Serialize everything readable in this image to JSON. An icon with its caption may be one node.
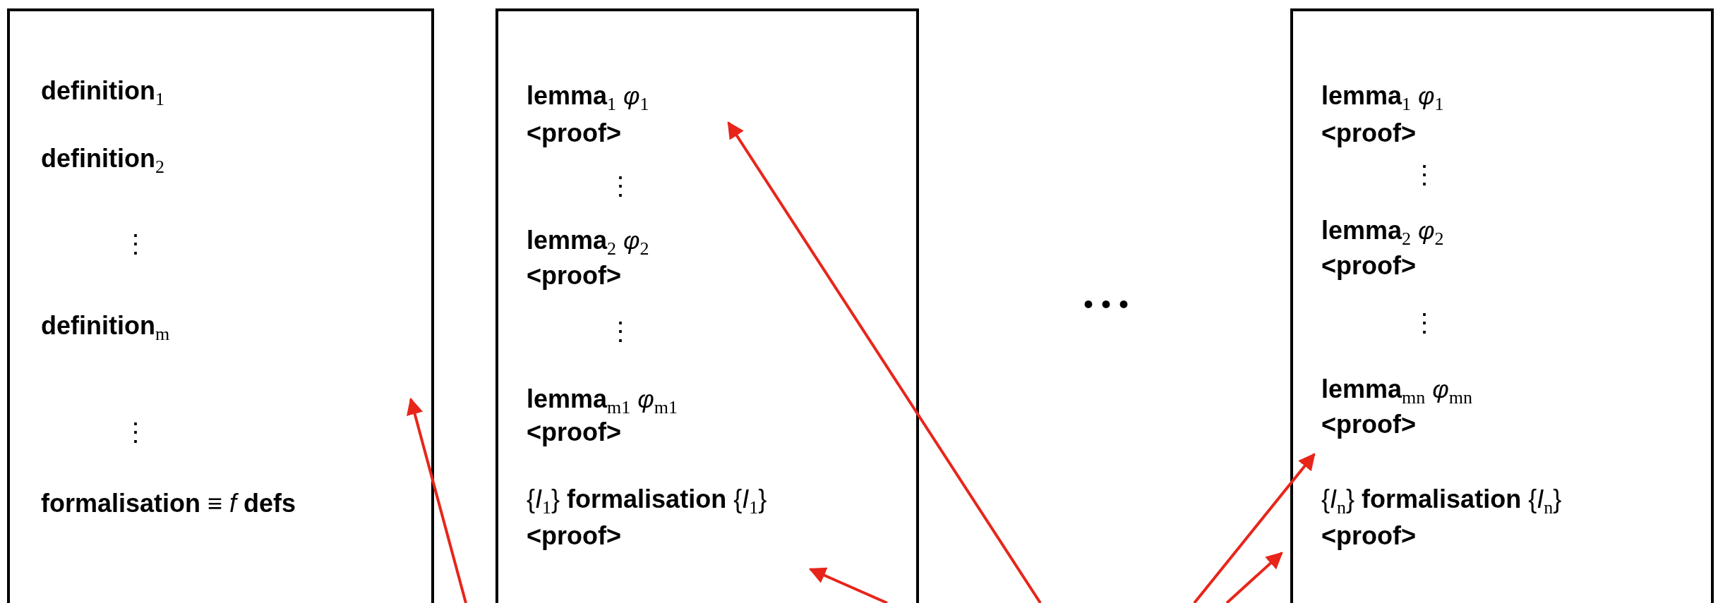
{
  "diagram": {
    "nodes": [
      {
        "text": [
          "**definition**$_{1}$",
          "**definition**$_{2}$",
          "⋮",
          "**definition**$_{m}$",
          "⋮",
          "**formalisation** ≡ *f* **defs**"
        ]
      },
      {
        "text": [
          "**lemma**$_{1}$ *φ*$_{1}$",
          "**<proof>**",
          "⋮",
          "**lemma**$_{2}$ *φ*$_{2}$",
          "**<proof>**",
          "⋮",
          "**lemma**$_{m1}$ *φ*$_{m1}$",
          "**<proof>**",
          "{*I*$_{1}$} **formalisation** {*I*$_{1}$}",
          "**<proof>**"
        ]
      },
      {
        "text": [
          "**lemma**$_{1}$ *φ*$_{1}$",
          "**<proof>**",
          "⋮",
          "**lemma**$_{2}$ *φ*$_{2}$",
          "**<proof>**",
          "⋮",
          "**lemma**$_{mn}$ *φ*$_{mn}$",
          "**<proof>**",
          "{*I*$_{n}$} **formalisation** {*I*$_{n}$}",
          "**<proof>**"
        ]
      }
    ],
    "edges": [
      {
        "from": null,
        "to": 0,
        "arrow": "to"
      },
      {
        "from": null,
        "to": 1,
        "arrow": "to"
      },
      {
        "from": null,
        "to": 1,
        "arrow": "to"
      },
      {
        "from": null,
        "to": 2,
        "arrow": "to"
      },
      {
        "from": null,
        "to": 2,
        "arrow": "to"
      }
    ],
    "labels": [
      "• • •"
    ]
  }
}
